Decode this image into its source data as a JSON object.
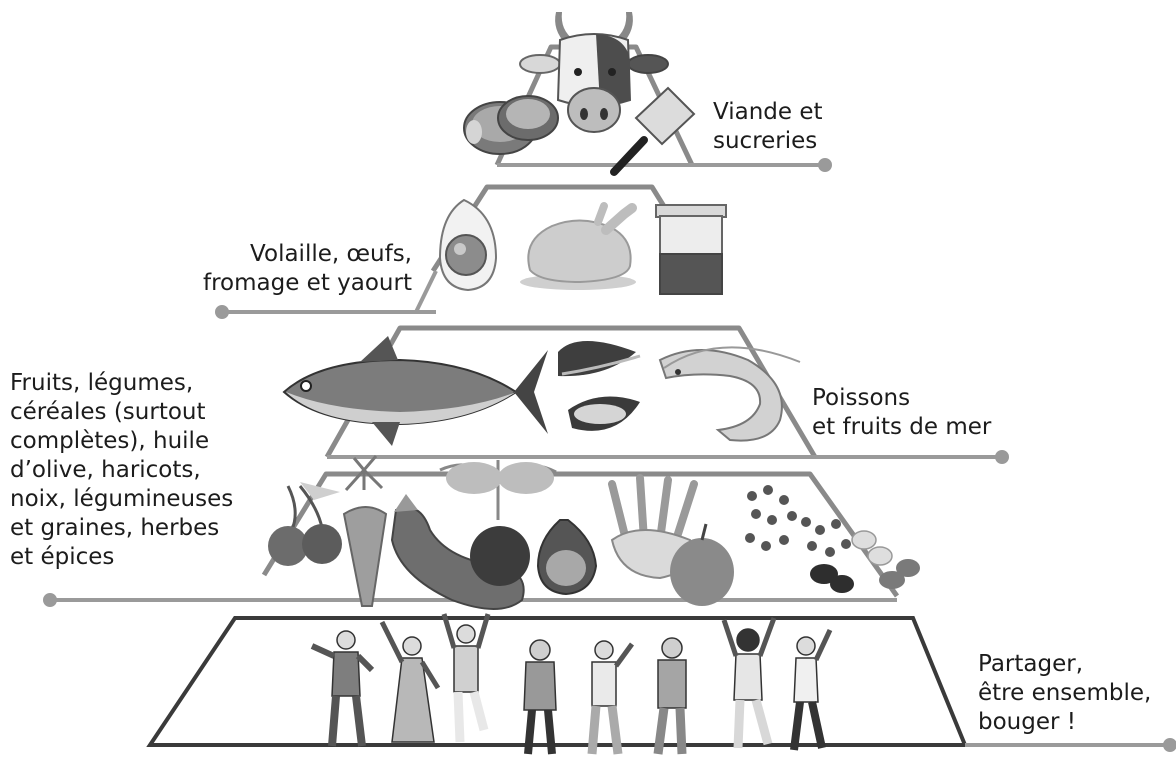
{
  "tiers": [
    {
      "id": "viande",
      "label": "Viande et\nsucreries"
    },
    {
      "id": "volaille",
      "label": "Volaille, œufs,\nfromage et yaourt"
    },
    {
      "id": "poissons",
      "label": "Poissons\net fruits de mer"
    },
    {
      "id": "vegetal",
      "label": "Fruits, légumes,\ncéréales (surtout\ncomplètes), huile\nd’olive, haricots,\nnoix, légumineuses\net graines, herbes\net épices"
    },
    {
      "id": "partager",
      "label": "Partager,\nêtre ensemble,\nbouger !"
    }
  ],
  "colors": {
    "outline": "#8a8a8a",
    "base_outline": "#3a3a3a",
    "leader": "#9a9a9a",
    "text": "#1c1c1c"
  },
  "icons": {
    "viande": [
      "cow-icon",
      "meat-steak-icon",
      "cleaver-icon"
    ],
    "volaille": [
      "egg-icon",
      "roast-chicken-icon",
      "yogurt-jar-icon"
    ],
    "poissons": [
      "tuna-fish-icon",
      "mussels-icon",
      "shrimp-icon"
    ],
    "vegetal": [
      "cherries-icon",
      "carrot-icon",
      "eggplant-icon",
      "beet-icon",
      "fig-icon",
      "fennel-icon",
      "apple-icon",
      "beans-icon"
    ],
    "partager": [
      "dancing-people-icon"
    ]
  }
}
